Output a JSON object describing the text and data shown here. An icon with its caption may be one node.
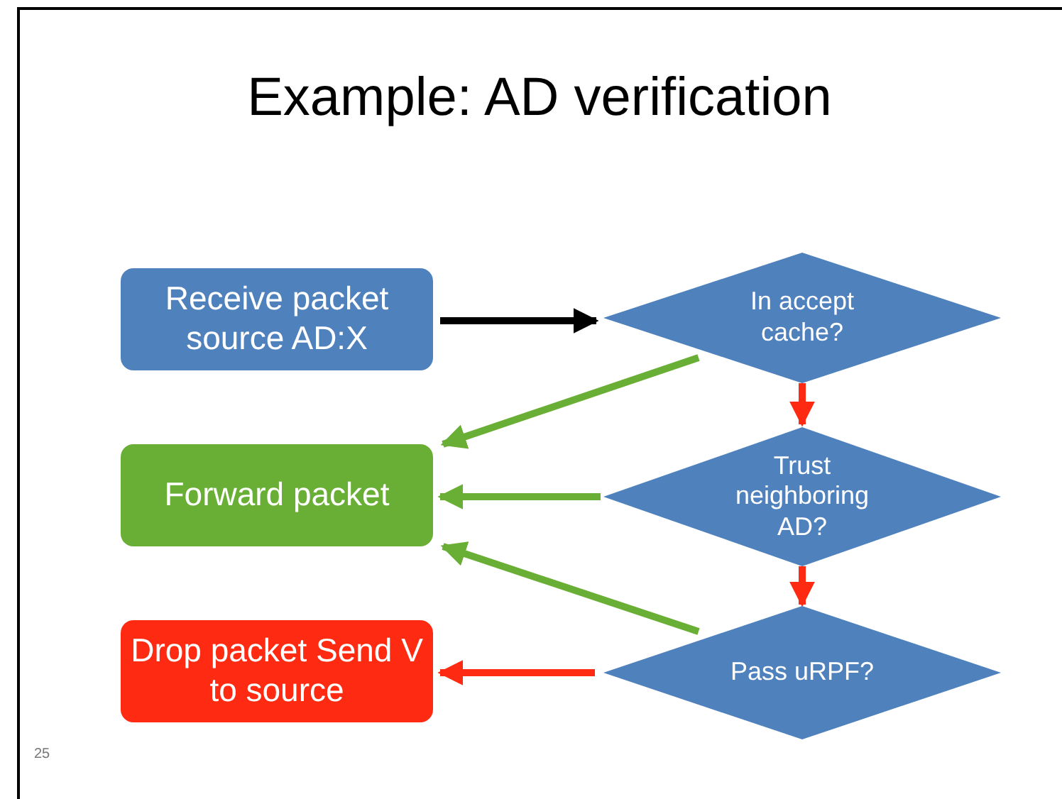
{
  "diagram": {
    "title": "Example: AD verification",
    "nodes": [
      {
        "text": [
          "Receive packet source AD:X"
        ]
      },
      {
        "text": [
          "In accept cache?"
        ]
      },
      {
        "text": [
          "Forward packet"
        ]
      },
      {
        "text": [
          "Trust neighboring AD?"
        ]
      },
      {
        "text": [
          "Drop packet Send V to source"
        ]
      },
      {
        "text": [
          "Pass uRPF?"
        ]
      }
    ],
    "edges": [
      {
        "from": 0,
        "to": 1,
        "arrow": "to",
        "color": "#000000"
      },
      {
        "from": 1,
        "to": 2,
        "arrow": "to",
        "color": "#6aaf35"
      },
      {
        "from": 1,
        "to": 3,
        "arrow": "to",
        "color": "#ff2a12"
      },
      {
        "from": 3,
        "to": 2,
        "arrow": "to",
        "color": "#6aaf35"
      },
      {
        "from": 3,
        "to": 5,
        "arrow": "to",
        "color": "#ff2a12"
      },
      {
        "from": 5,
        "to": 2,
        "arrow": "to",
        "color": "#6aaf35"
      },
      {
        "from": 5,
        "to": 4,
        "arrow": "to",
        "color": "#ff2a12"
      }
    ],
    "labels": [
      "25"
    ]
  }
}
